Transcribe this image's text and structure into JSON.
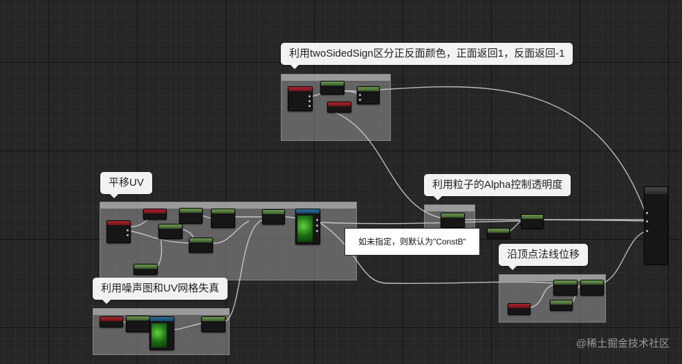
{
  "comments": {
    "two_sided": "利用twoSidedSign区分正反面颜色，正面返回1，反面返回-1",
    "pan_uv": "平移UV",
    "particle_alpha": "利用粒子的Alpha控制透明度",
    "vertex_offset": "沿顶点法线位移",
    "noise_uv": "利用噪声图和UV网格失真"
  },
  "tooltip": "如未指定，则默认为\"ConstB\"",
  "watermark": "@稀土掘金技术社区",
  "colors": {
    "scalar_node": "#6d9a52",
    "parameter_node": "#b02530",
    "texture_node": "#2a6f9a",
    "wire": "#d8d8d8"
  }
}
